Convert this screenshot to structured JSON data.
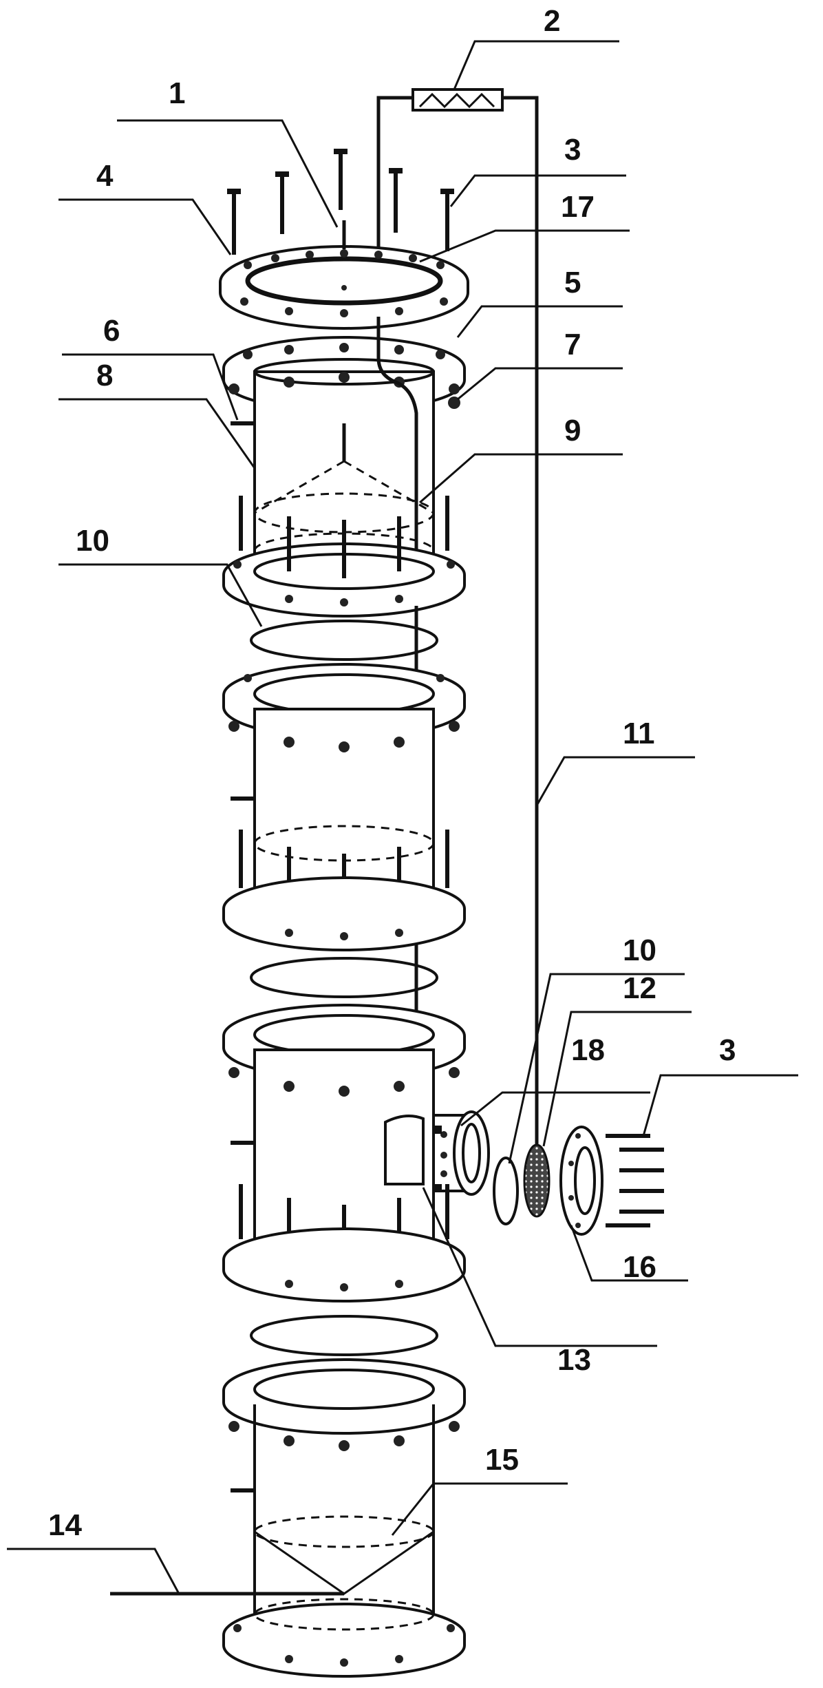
{
  "figure": {
    "callouts": [
      {
        "id": "label-1",
        "text": "1"
      },
      {
        "id": "label-2",
        "text": "2"
      },
      {
        "id": "label-3-top",
        "text": "3"
      },
      {
        "id": "label-4",
        "text": "4"
      },
      {
        "id": "label-17",
        "text": "17"
      },
      {
        "id": "label-5",
        "text": "5"
      },
      {
        "id": "label-6",
        "text": "6"
      },
      {
        "id": "label-7",
        "text": "7"
      },
      {
        "id": "label-8",
        "text": "8"
      },
      {
        "id": "label-9",
        "text": "9"
      },
      {
        "id": "label-10-top",
        "text": "10"
      },
      {
        "id": "label-11",
        "text": "11"
      },
      {
        "id": "label-10-side",
        "text": "10"
      },
      {
        "id": "label-12",
        "text": "12"
      },
      {
        "id": "label-18",
        "text": "18"
      },
      {
        "id": "label-3-side",
        "text": "3"
      },
      {
        "id": "label-16",
        "text": "16"
      },
      {
        "id": "label-13",
        "text": "13"
      },
      {
        "id": "label-15",
        "text": "15"
      },
      {
        "id": "label-14",
        "text": "14"
      }
    ],
    "colors": {
      "ink": "#111111",
      "background": "#ffffff",
      "hatch": "#333333"
    }
  }
}
